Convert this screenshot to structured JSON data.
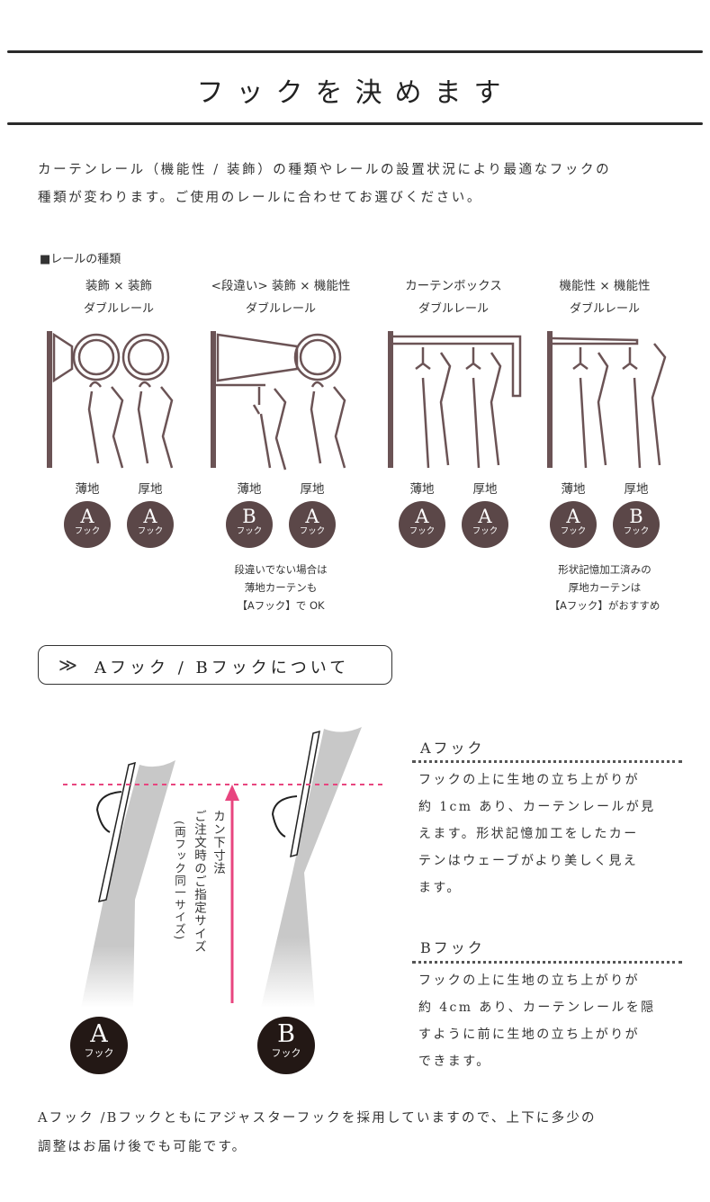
{
  "title": "フックを決めます",
  "intro": [
    "カーテンレール（機能性 / 装飾）の種類やレールの設置状況により最適なフックの",
    "種類が変わります。ご使用のレールに合わせてお選びください。"
  ],
  "rail_section_label": "■レールの種類",
  "rails": [
    {
      "line1": "装飾 × 装飾",
      "line2": "ダブルレール",
      "thin": "薄地",
      "thick": "厚地",
      "thin_hook": "A",
      "thick_hook": "A",
      "hook_word": "フック",
      "note": []
    },
    {
      "line1": "<段違い> 装飾 × 機能性",
      "line2": "ダブルレール",
      "thin": "薄地",
      "thick": "厚地",
      "thin_hook": "B",
      "thick_hook": "A",
      "hook_word": "フック",
      "note": [
        "段違いでない場合は",
        "薄地カーテンも",
        "【Aフック】で OK"
      ]
    },
    {
      "line1": "カーテンボックス",
      "line2": "ダブルレール",
      "thin": "薄地",
      "thick": "厚地",
      "thin_hook": "A",
      "thick_hook": "A",
      "hook_word": "フック",
      "note": []
    },
    {
      "line1": "機能性 × 機能性",
      "line2": "ダブルレール",
      "thin": "薄地",
      "thick": "厚地",
      "thin_hook": "A",
      "thick_hook": "B",
      "hook_word": "フック",
      "note": [
        "形状記憶加工済みの",
        "厚地カーテンは",
        "【Aフック】がおすすめ"
      ]
    }
  ],
  "about_heading": "Aフック / Bフックについて",
  "measure_label": [
    "カン下寸法",
    "ご注文時のご指定サイズ",
    "(両フック同一サイズ)"
  ],
  "diagram_badges": [
    {
      "letter": "A",
      "word": "フック"
    },
    {
      "letter": "B",
      "word": "フック"
    }
  ],
  "a_hook": {
    "title": "Aフック",
    "text": [
      "フックの上に生地の立ち上がりが",
      "約 1cm あり、カーテンレールが見",
      "えます。形状記憶加工をしたカー",
      "テンはウェーブがより美しく見え",
      "ます。"
    ]
  },
  "b_hook": {
    "title": "Bフック",
    "text": [
      "フックの上に生地の立ち上がりが",
      "約 4cm あり、カーテンレールを隠",
      "すように前に生地の立ち上がりが",
      "できます。"
    ]
  },
  "outro": [
    "Aフック /Bフックともにアジャスターフックを採用していますので、上下に多少の",
    "調整はお届け後でも可能です。"
  ],
  "colors": {
    "badge": "#5b4748",
    "rail": "#6b5355",
    "pink": "#e8457f",
    "dark_badge": "#231815"
  }
}
